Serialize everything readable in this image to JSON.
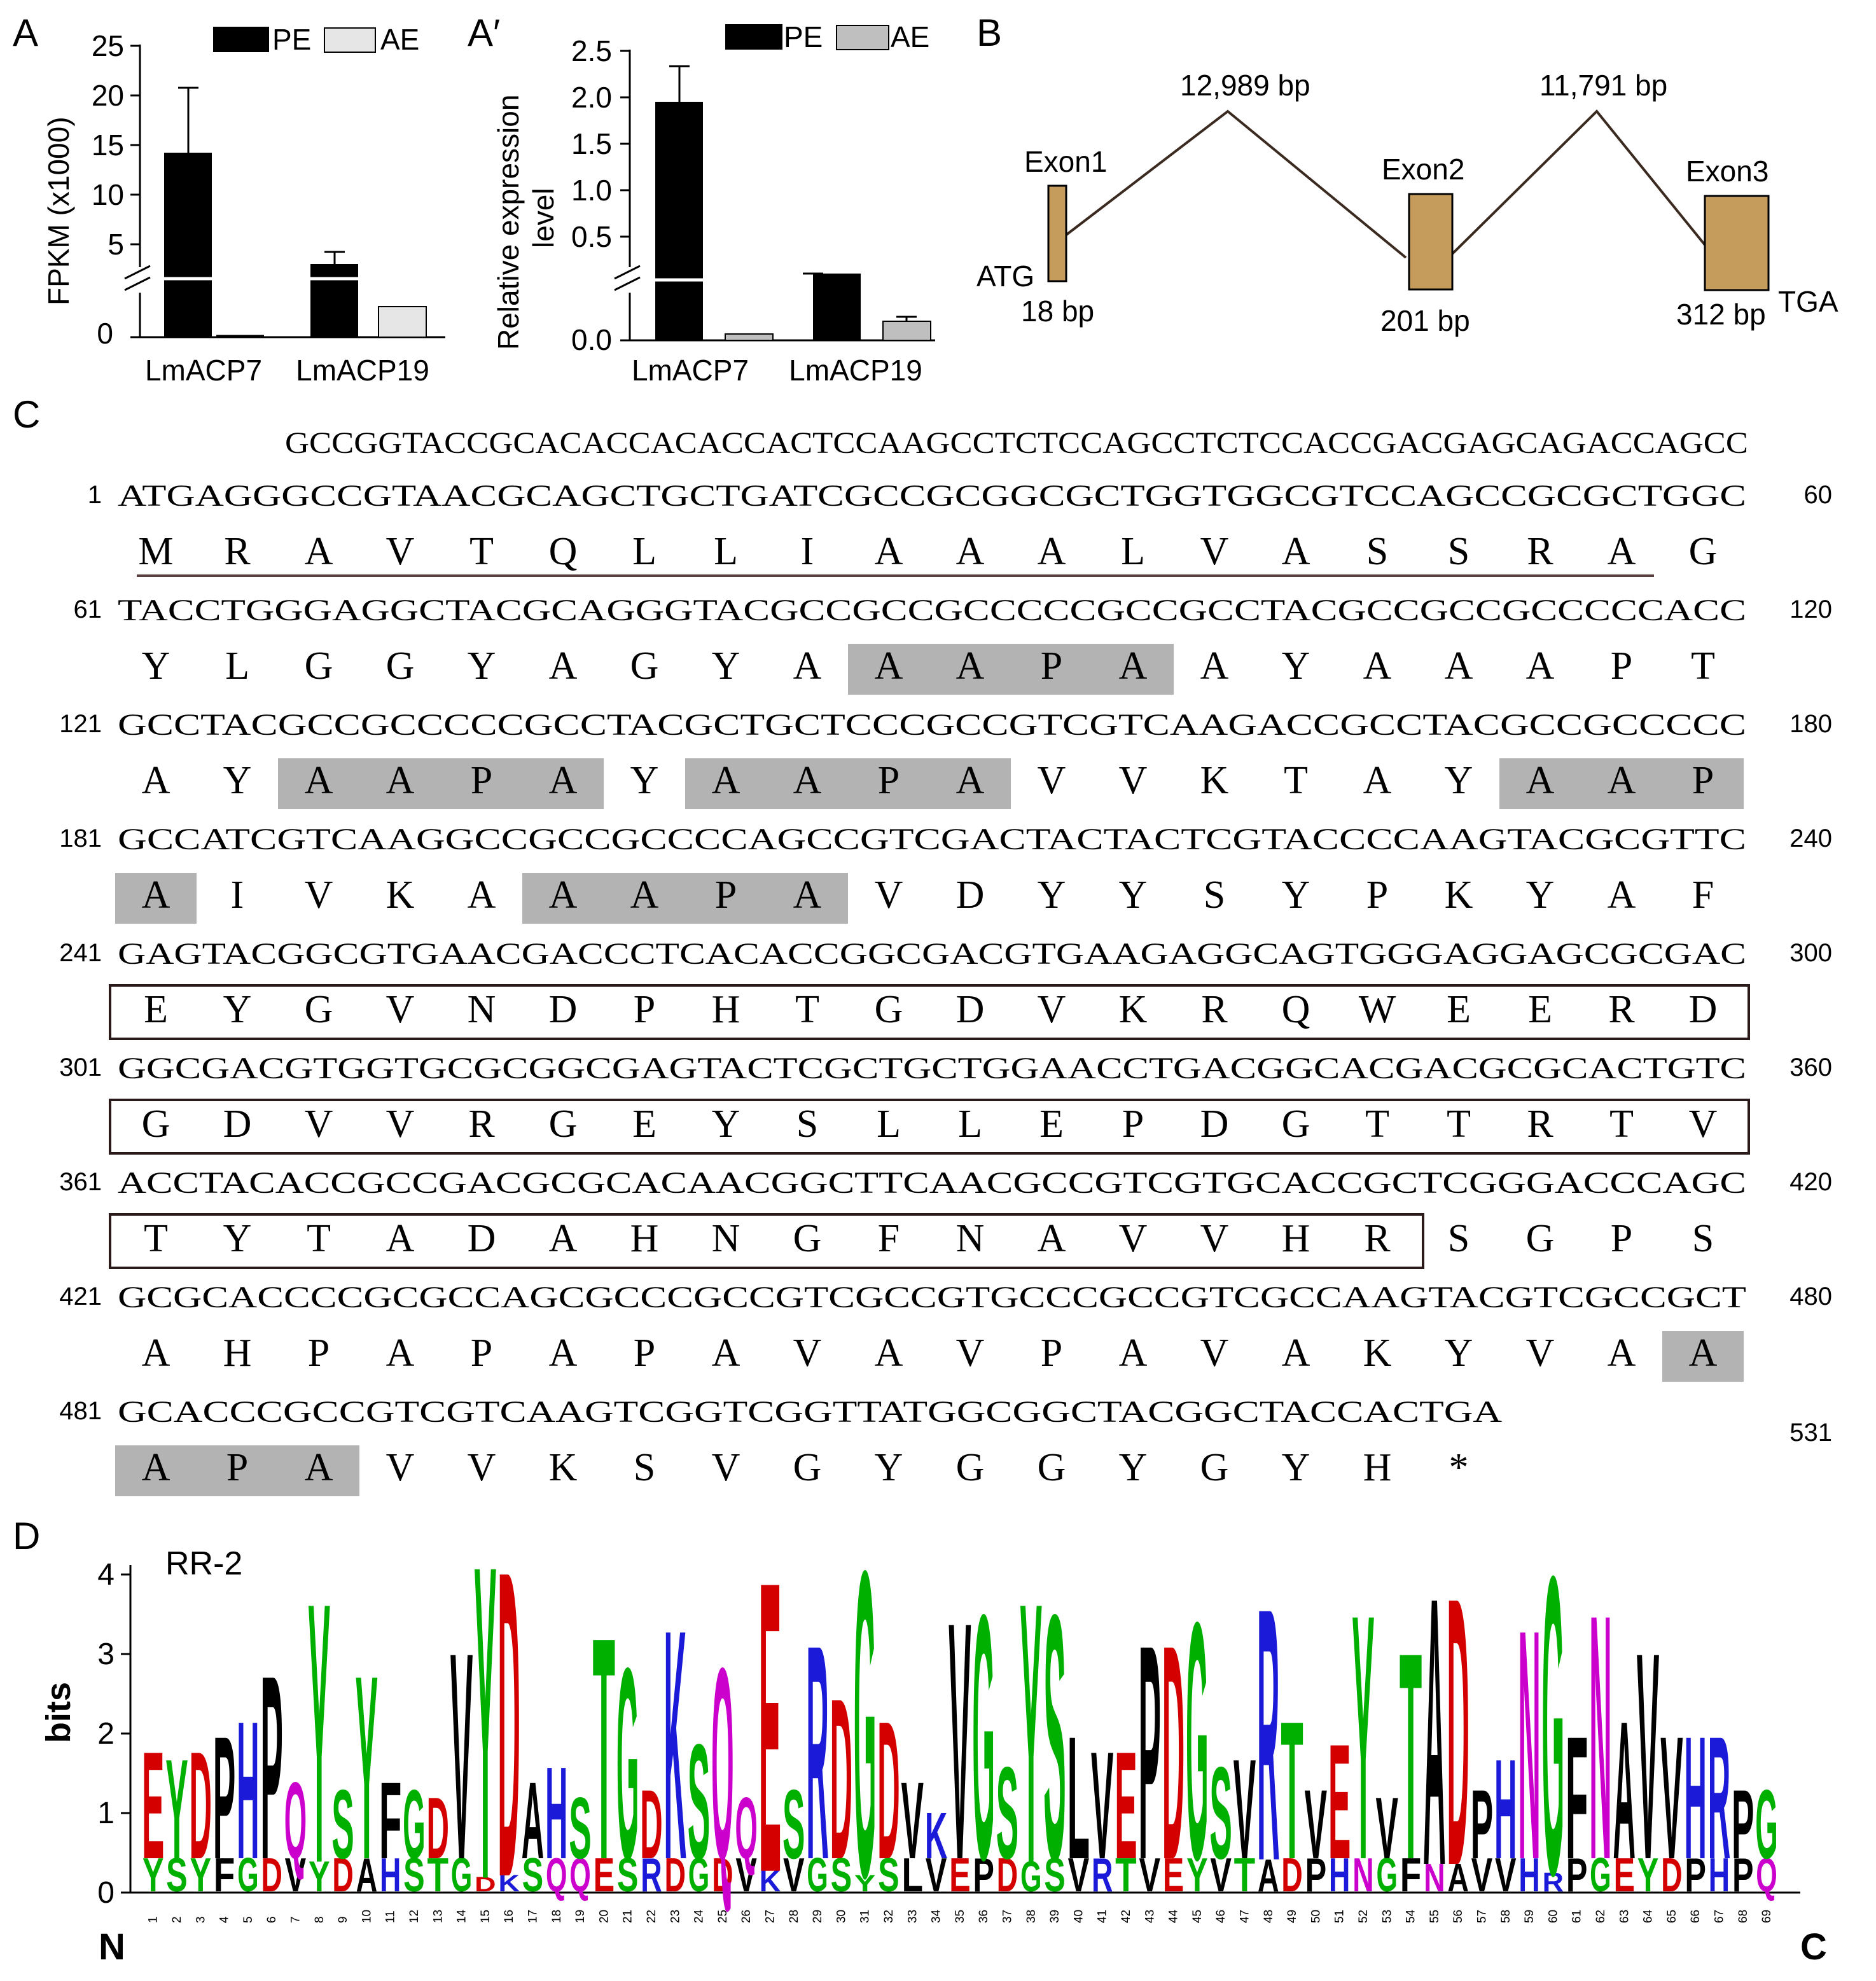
{
  "panel_A": {
    "letter": "A",
    "ylabel": "FPKM (x1000)",
    "legend": [
      "PE",
      "AE"
    ],
    "yticks_upper": [
      "25",
      "20",
      "15",
      "10",
      "5"
    ],
    "ytick_lower": "0",
    "categories": [
      "LmACP7",
      "LmACP19"
    ]
  },
  "panel_A2": {
    "letter": "A′",
    "ylabel_line1": "Relative expression",
    "ylabel_line2": "level",
    "legend": [
      "PE",
      "AE"
    ],
    "yticks_upper": [
      "2.5",
      "2.0",
      "1.5",
      "1.0",
      "0.5"
    ],
    "ytick_lower": "0.0",
    "categories": [
      "LmACP7",
      "LmACP19"
    ]
  },
  "panel_B": {
    "letter": "B",
    "exons": [
      {
        "name": "Exon1",
        "size": "18 bp"
      },
      {
        "name": "Exon2",
        "size": "201 bp"
      },
      {
        "name": "Exon3",
        "size": "312 bp"
      }
    ],
    "introns": [
      "12,989 bp",
      "11,791 bp"
    ],
    "start_codon": "ATG",
    "stop_codon": "TGA"
  },
  "panel_C": {
    "letter": "C",
    "utr": "GCCGGTACCGCACACCACACCACTCCAAGCCTCTCCAGCCTCTCCACCGACGAGCAGACCAGCC",
    "rows": [
      {
        "start": "1",
        "end": "60",
        "nt": "ATGAGGGCCGTAACGCAGCTGCTGATCGCCGCGGCGCTGGTGGCGTCCAGCCGCGCTGGC",
        "aa": [
          "M",
          "R",
          "A",
          "V",
          "T",
          "Q",
          "L",
          "L",
          "I",
          "A",
          "A",
          "A",
          "L",
          "V",
          "A",
          "S",
          "S",
          "R",
          "A",
          "G"
        ]
      },
      {
        "start": "61",
        "end": "120",
        "nt": "TACCTGGGAGGCTACGCAGGGTACGCCGCCGCCCCCGCCGCCTACGCCGCCGCCCCCACC",
        "aa": [
          "Y",
          "L",
          "G",
          "G",
          "Y",
          "A",
          "G",
          "Y",
          "A",
          "A",
          "A",
          "P",
          "A",
          "A",
          "Y",
          "A",
          "A",
          "A",
          "P",
          "T"
        ]
      },
      {
        "start": "121",
        "end": "180",
        "nt": "GCCTACGCCGCCCCCGCCTACGCTGCTCCCGCCGTCGTCAAGACCGCCTACGCCGCCCCC",
        "aa": [
          "A",
          "Y",
          "A",
          "A",
          "P",
          "A",
          "Y",
          "A",
          "A",
          "P",
          "A",
          "V",
          "V",
          "K",
          "T",
          "A",
          "Y",
          "A",
          "A",
          "P"
        ]
      },
      {
        "start": "181",
        "end": "240",
        "nt": "GCCATCGTCAAGGCCGCCGCCCCAGCCGTCGACTACTACTCGTACCCCAAGTACGCGTTC",
        "aa": [
          "A",
          "I",
          "V",
          "K",
          "A",
          "A",
          "A",
          "P",
          "A",
          "V",
          "D",
          "Y",
          "Y",
          "S",
          "Y",
          "P",
          "K",
          "Y",
          "A",
          "F"
        ]
      },
      {
        "start": "241",
        "end": "300",
        "nt": "GAGTACGGCGTGAACGACCCTCACACCGGCGACGTGAAGAGGCAGTGGGAGGAGCGCGAC",
        "aa": [
          "E",
          "Y",
          "G",
          "V",
          "N",
          "D",
          "P",
          "H",
          "T",
          "G",
          "D",
          "V",
          "K",
          "R",
          "Q",
          "W",
          "E",
          "E",
          "R",
          "D"
        ]
      },
      {
        "start": "301",
        "end": "360",
        "nt": "GGCGACGTGGTGCGCGGCGAGTACTCGCTGCTGGAACCTGACGGCACGACGCGCACTGTC",
        "aa": [
          "G",
          "D",
          "V",
          "V",
          "R",
          "G",
          "E",
          "Y",
          "S",
          "L",
          "L",
          "E",
          "P",
          "D",
          "G",
          "T",
          "T",
          "R",
          "T",
          "V"
        ]
      },
      {
        "start": "361",
        "end": "420",
        "nt": "ACCTACACCGCCGACGCGCACAACGGCTTCAACGCCGTCGTGCACCGCTCGGGACCCAGC",
        "aa": [
          "T",
          "Y",
          "T",
          "A",
          "D",
          "A",
          "H",
          "N",
          "G",
          "F",
          "N",
          "A",
          "V",
          "V",
          "H",
          "R",
          "S",
          "G",
          "P",
          "S"
        ]
      },
      {
        "start": "421",
        "end": "480",
        "nt": "GCGCACCCCGCGCCAGCGCCCGCCGTCGCCGTGCCCGCCGTCGCCAAGTACGTCGCCGCT",
        "aa": [
          "A",
          "H",
          "P",
          "A",
          "P",
          "A",
          "P",
          "A",
          "V",
          "A",
          "V",
          "P",
          "A",
          "V",
          "A",
          "K",
          "Y",
          "V",
          "A",
          "A"
        ]
      },
      {
        "start": "481",
        "end": "531",
        "nt": "GCACCCGCCGTCGTCAAGTCGGTCGGTTATGGCGGCTACGGCTACCACTGA",
        "aa": [
          "A",
          "P",
          "A",
          "V",
          "V",
          "K",
          "S",
          "V",
          "G",
          "Y",
          "G",
          "G",
          "Y",
          "G",
          "Y",
          "H",
          "*"
        ]
      }
    ]
  },
  "panel_D": {
    "letter": "D",
    "title": "RR-2",
    "ylabel": "bits",
    "yticks": [
      "0",
      "1",
      "2",
      "3",
      "4"
    ],
    "n_label": "N",
    "c_label": "C",
    "top_residues": [
      "E",
      "Y",
      "D",
      "P",
      "H",
      "P",
      "Q",
      "Y",
      "S",
      "Y",
      "F",
      "G",
      "D",
      "V",
      "Y",
      "D",
      "A",
      "H",
      "S",
      "T",
      "G",
      "D",
      "K",
      "S",
      "Q",
      "Q",
      "E",
      "S",
      "R",
      "D",
      "G",
      "D",
      "V",
      "K",
      "V",
      "G",
      "S",
      "Y",
      "S",
      "L",
      "V",
      "E",
      "P",
      "D",
      "G",
      "S",
      "V",
      "R",
      "T",
      "V",
      "E",
      "Y",
      "V",
      "T",
      "A",
      "D",
      "P",
      "H",
      "N",
      "G",
      "F",
      "N",
      "A",
      "V",
      "V",
      "H",
      "R",
      "P",
      "G"
    ],
    "colors": {
      "acidic": "#d40000",
      "basic": "#1a1ad8",
      "polar": "#00b000",
      "neutral": "#cc00cc",
      "hydrophobic": "#000000"
    }
  }
}
